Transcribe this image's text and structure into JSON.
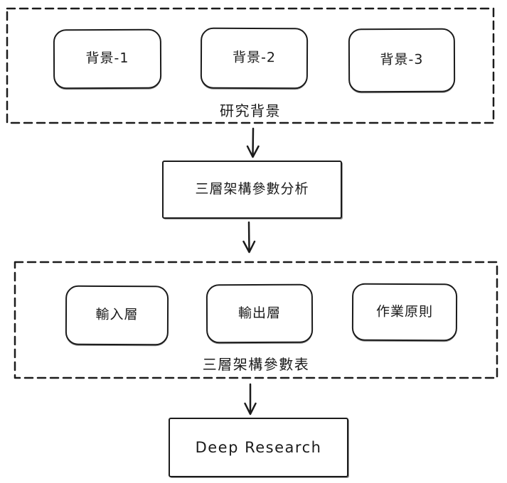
{
  "canvas": {
    "background": "#ffffff",
    "stroke_color": "#1b1b1b"
  },
  "groups": [
    {
      "label": "研究背景",
      "boxes": [
        {
          "label": "背景-1"
        },
        {
          "label": "背景-2"
        },
        {
          "label": "背景-3"
        }
      ]
    },
    {
      "label": "三層架構參數表",
      "boxes": [
        {
          "label": "輸入層"
        },
        {
          "label": "輸出層"
        },
        {
          "label": "作業原則"
        }
      ]
    }
  ],
  "nodes": [
    {
      "label": "三層架構參數分析"
    },
    {
      "label": "Deep Research"
    }
  ]
}
